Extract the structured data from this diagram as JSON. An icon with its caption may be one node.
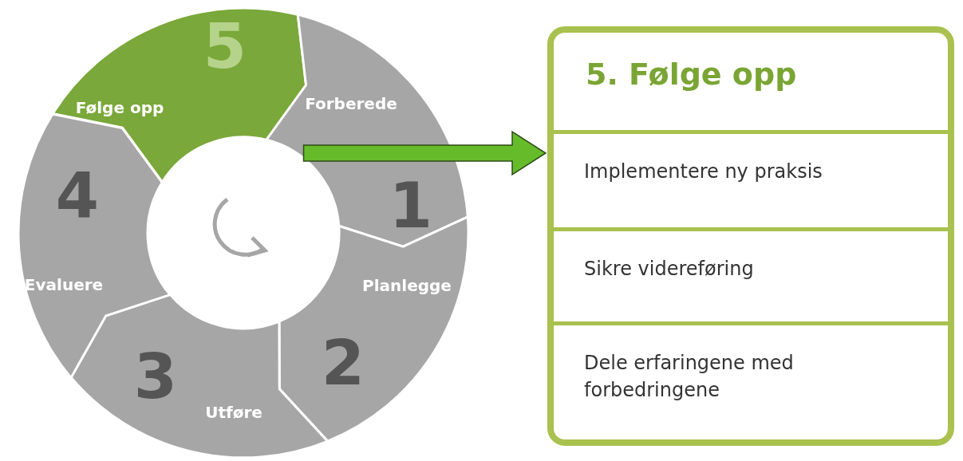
{
  "diagram": {
    "nodes": [
      {
        "text": [
          "5",
          "Følge opp"
        ]
      },
      {
        "text": [
          "Forberede",
          "1"
        ]
      },
      {
        "text": [
          "Planlegge",
          "2"
        ]
      },
      {
        "text": [
          "3",
          "Utføre"
        ]
      },
      {
        "text": [
          "4",
          "Evaluere"
        ]
      },
      {
        "text": [
          "5. Følge opp"
        ]
      },
      {
        "text": [
          "Implementere ny praksis"
        ],
        "in": 5
      },
      {
        "text": [
          "Sikre videreføring"
        ],
        "in": 5
      },
      {
        "text": [
          "Dele erfaringene med forbedringene"
        ],
        "in": 5
      }
    ],
    "edges": [
      {
        "from": 0,
        "to": 5,
        "arrow": "to"
      }
    ]
  }
}
